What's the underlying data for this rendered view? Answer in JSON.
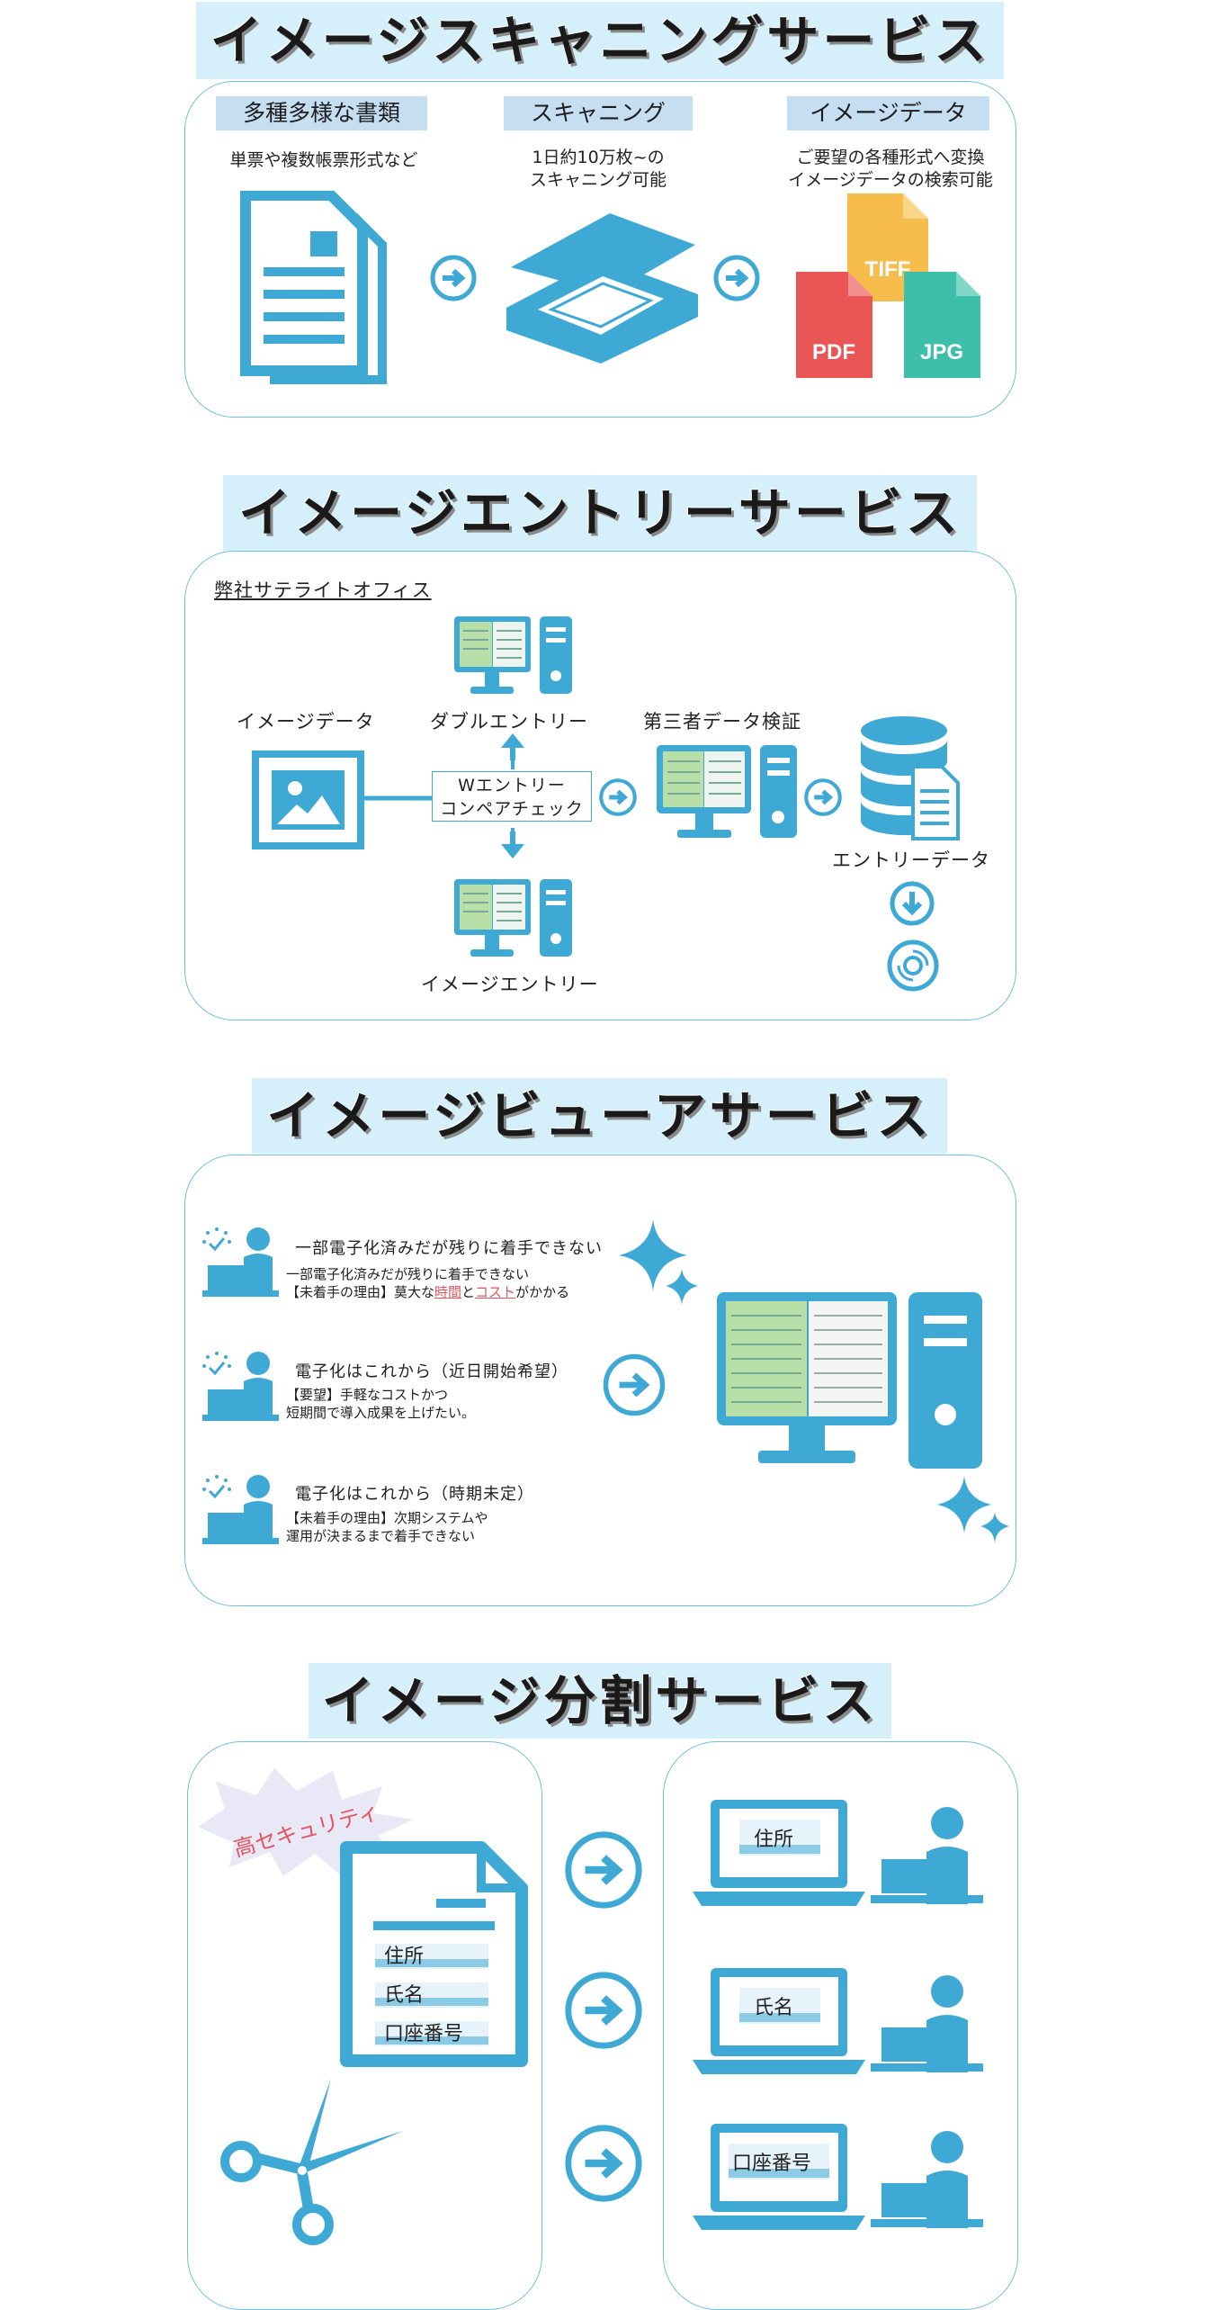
{
  "section1": {
    "title": "イメージスキャニングサービス",
    "steps": [
      {
        "tag": "多種多様な書類",
        "desc": "単票や複数帳票形式など"
      },
      {
        "tag": "スキャニング",
        "desc": "1日約10万枚~の\nスキャニング可能"
      },
      {
        "tag": "イメージデータ",
        "desc": "ご要望の各種形式へ変換\nイメージデータの検索可能"
      }
    ],
    "file_types": [
      "TIFF",
      "PDF",
      "JPG"
    ],
    "colors": {
      "accent": "#3fa9d5",
      "tiff": "#f6bd4d",
      "pdf": "#ea5655",
      "jpg": "#3dbfa9"
    }
  },
  "section2": {
    "title": "イメージエントリーサービス",
    "office_label": "弊社サテライトオフィス",
    "image_data_label": "イメージデータ",
    "double_entry_label": "ダブルエントリー",
    "compare_box": "Wエントリー\nコンペアチェック",
    "verify_label": "第三者データ検証",
    "entry_data_label": "エントリーデータ",
    "image_entry_label": "イメージエントリー"
  },
  "section3": {
    "title": "イメージビューアサービス",
    "items": [
      {
        "heading": "一部電子化済みだが残りに着手できない",
        "line1": "一部電子化済みだが残りに着手できない",
        "line2_pre": "【未着手の理由】莫大な",
        "line2_hl1": "時間",
        "line2_mid": "と",
        "line2_hl2": "コスト",
        "line2_post": "がかかる"
      },
      {
        "heading": "電子化はこれから（近日開始希望）",
        "line1": "【要望】手軽なコストかつ",
        "line2": "短期間で導入成果を上げたい。"
      },
      {
        "heading": "電子化はこれから（時期未定）",
        "line1": "【未着手の理由】次期システムや",
        "line2": "運用が決まるまで着手できない"
      }
    ]
  },
  "section4": {
    "title": "イメージ分割サービス",
    "badge": "高セキュリティ",
    "fields": [
      "住所",
      "氏名",
      "口座番号"
    ]
  }
}
